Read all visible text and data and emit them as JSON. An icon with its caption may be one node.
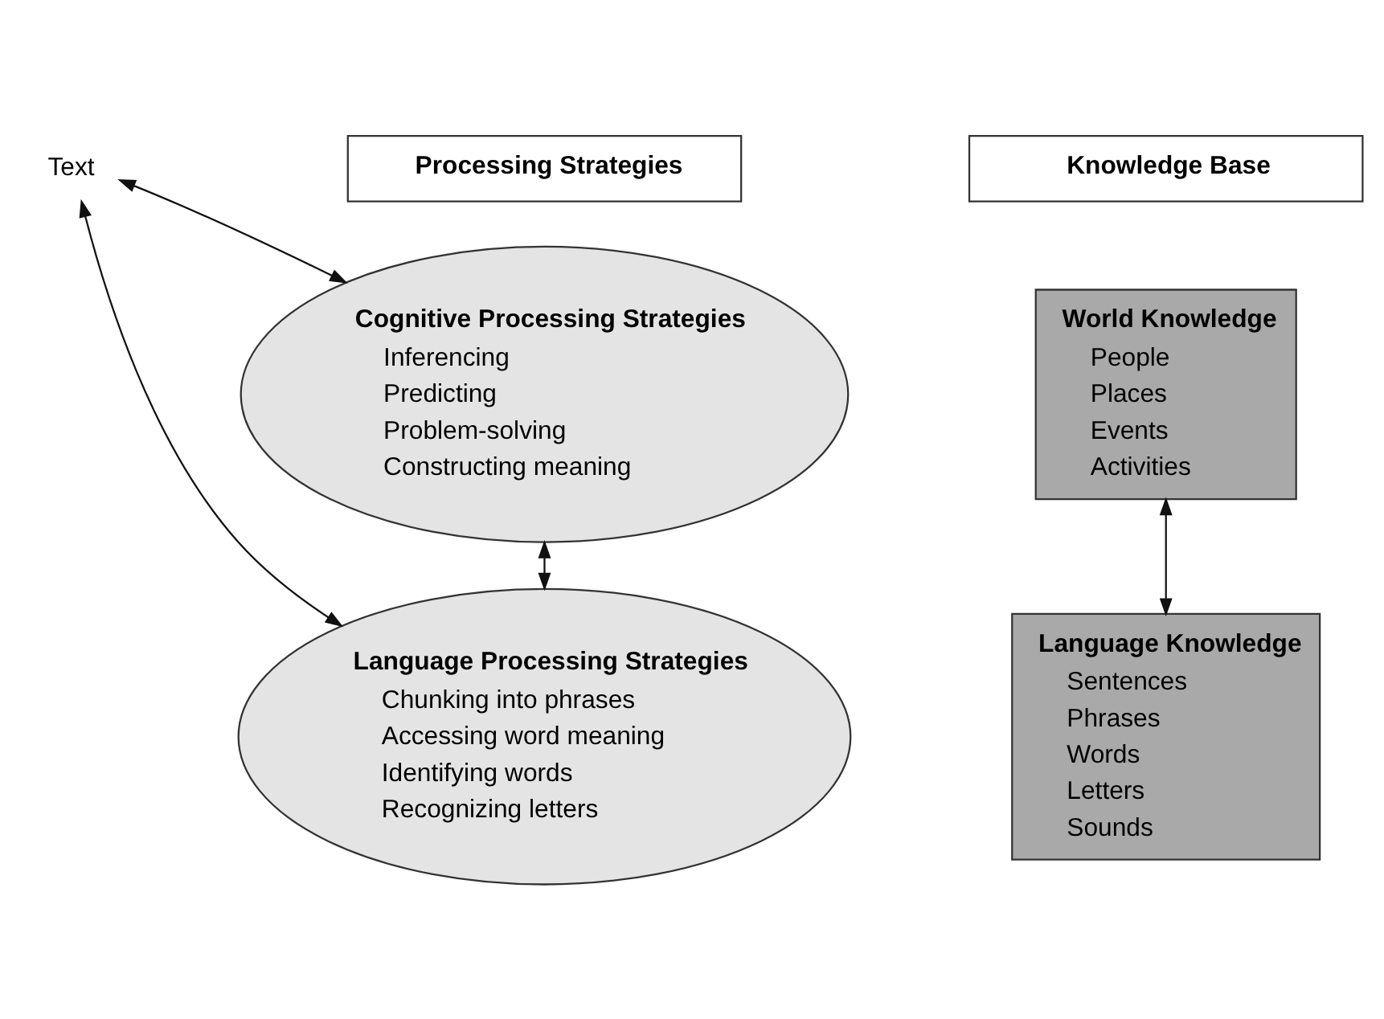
{
  "diagram": {
    "nodes": [
      {
        "text": [
          "Processing Strategies"
        ]
      },
      {
        "text": [
          "Knowledge Base"
        ]
      },
      {
        "text": [
          "Text"
        ]
      },
      {
        "text": [
          "Cognitive Processing Strategies",
          "Inferencing",
          "Predicting",
          "Problem-solving",
          "Constructing meaning"
        ]
      },
      {
        "text": [
          "World Knowledge",
          "People",
          "Places",
          "Events",
          "Activities"
        ]
      },
      {
        "text": [
          "Language Processing Strategies",
          "Chunking into phrases",
          "Accessing word meaning",
          "Identifying words",
          "Recognizing letters"
        ]
      },
      {
        "text": [
          "Language Knowledge",
          "Sentences",
          "Phrases",
          "Words",
          "Letters",
          "Sounds"
        ]
      }
    ],
    "edges": [
      {
        "from": 2,
        "to": 3,
        "arrow": "both"
      },
      {
        "from": 2,
        "to": 5,
        "arrow": "both"
      },
      {
        "from": 3,
        "to": 5,
        "arrow": "both"
      },
      {
        "from": 4,
        "to": 6,
        "arrow": "both"
      }
    ]
  }
}
